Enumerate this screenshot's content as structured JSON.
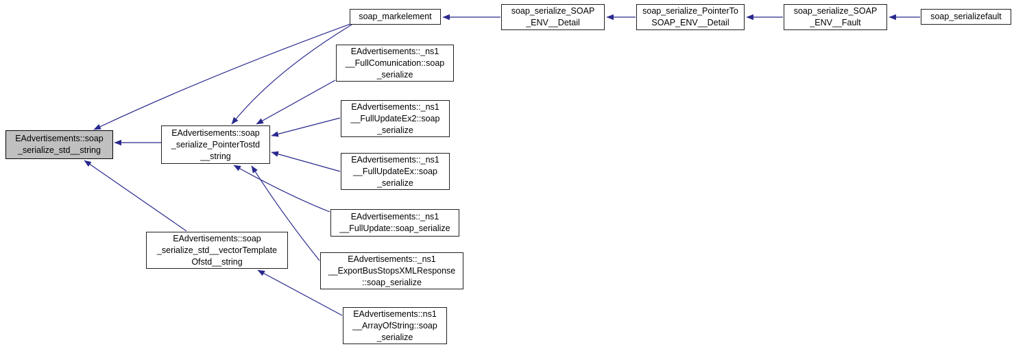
{
  "diagram": {
    "kind": "caller-graph",
    "colors": {
      "background": "#ffffff",
      "edge": "#28288d",
      "node_border": "#1f1f1f",
      "node_fill": "#ffffff",
      "current_node_fill": "#c0c0c0",
      "text": "#000000"
    },
    "nodes": {
      "std_string": {
        "label": "EAdvertisements::soap\n_serialize_std__string",
        "current": true
      },
      "pointer_tostd_string": {
        "label": "EAdvertisements::soap\n_serialize_PointerTostd\n__string"
      },
      "markelement": {
        "label": "soap_markelement"
      },
      "env_detail": {
        "label": "soap_serialize_SOAP\n_ENV__Detail"
      },
      "pointer_env_detail": {
        "label": "soap_serialize_PointerTo\nSOAP_ENV__Detail"
      },
      "env_fault": {
        "label": "soap_serialize_SOAP\n_ENV__Fault"
      },
      "serializefault": {
        "label": "soap_serializefault"
      },
      "fullcomunication": {
        "label": "EAdvertisements::_ns1\n__FullComunication::soap\n_serialize"
      },
      "fullupdate_ex2": {
        "label": "EAdvertisements::_ns1\n__FullUpdateEx2::soap\n_serialize"
      },
      "fullupdate_ex": {
        "label": "EAdvertisements::_ns1\n__FullUpdateEx::soap\n_serialize"
      },
      "fullupdate": {
        "label": "EAdvertisements::_ns1\n__FullUpdate::soap_serialize"
      },
      "export_busstops": {
        "label": "EAdvertisements::_ns1\n__ExportBusStopsXMLResponse\n::soap_serialize"
      },
      "array_of_string": {
        "label": "EAdvertisements::ns1\n__ArrayOfString::soap\n_serialize"
      },
      "vector_template": {
        "label": "EAdvertisements::soap\n_serialize_std__vectorTemplate\nOfstd__string"
      }
    },
    "edges": [
      {
        "from": "pointer_tostd_string",
        "to": "std_string"
      },
      {
        "from": "markelement",
        "to": "std_string"
      },
      {
        "from": "vector_template",
        "to": "std_string"
      },
      {
        "from": "markelement",
        "to": "pointer_tostd_string"
      },
      {
        "from": "fullcomunication",
        "to": "pointer_tostd_string"
      },
      {
        "from": "fullupdate_ex2",
        "to": "pointer_tostd_string"
      },
      {
        "from": "fullupdate_ex",
        "to": "pointer_tostd_string"
      },
      {
        "from": "fullupdate",
        "to": "pointer_tostd_string"
      },
      {
        "from": "export_busstops",
        "to": "pointer_tostd_string"
      },
      {
        "from": "array_of_string",
        "to": "vector_template"
      },
      {
        "from": "env_detail",
        "to": "markelement"
      },
      {
        "from": "pointer_env_detail",
        "to": "env_detail"
      },
      {
        "from": "env_fault",
        "to": "pointer_env_detail"
      },
      {
        "from": "serializefault",
        "to": "env_fault"
      }
    ]
  }
}
